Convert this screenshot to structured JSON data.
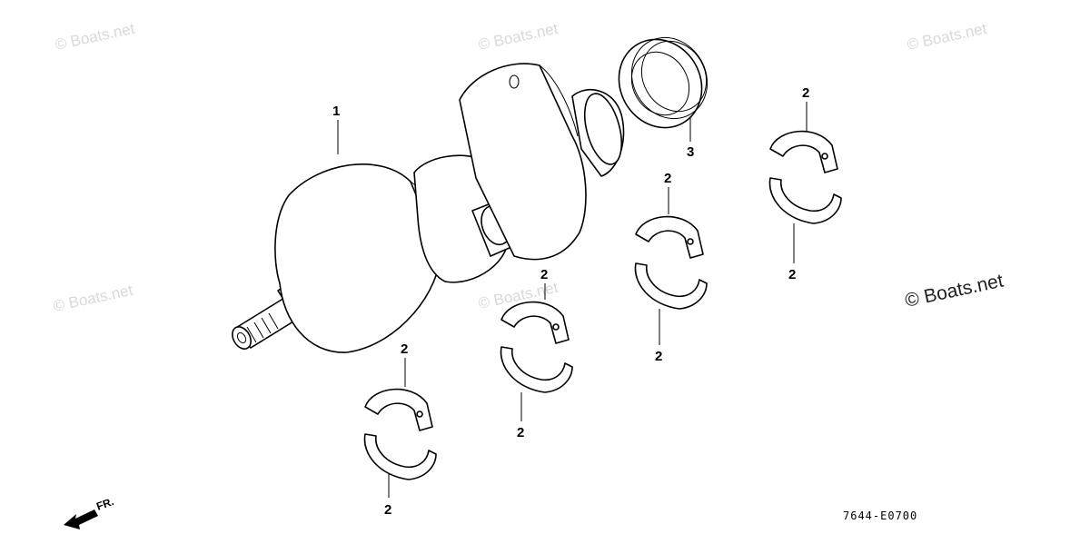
{
  "watermark": {
    "faint_text": "© Boats.net",
    "main_text": "© Boats.net"
  },
  "callouts": {
    "crankshaft": "1",
    "bearing": "2",
    "oil_seal": "3"
  },
  "direction_indicator": "FR.",
  "diagram_code": "7644-E0700"
}
